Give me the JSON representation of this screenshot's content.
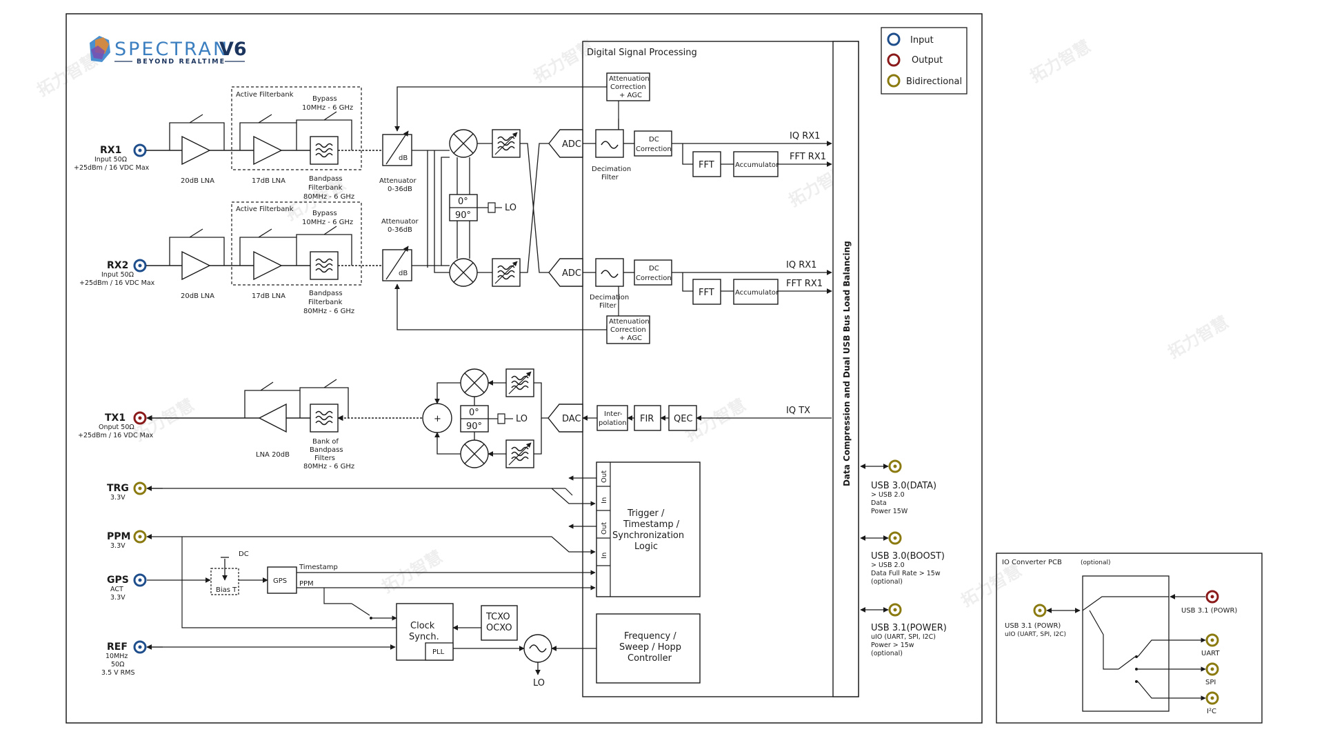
{
  "brand": {
    "name": "SPECTRAN",
    "version": "V6",
    "tagline": "BEYOND REALTIME"
  },
  "legend": {
    "input": "Input",
    "output": "Output",
    "bidirectional": "Bidirectional"
  },
  "colors": {
    "input": "#1f4e8c",
    "output": "#8b1a1a",
    "bidirectional": "#8a7a10",
    "brand": "#3c7fc0",
    "line": "#1a1a1a"
  },
  "watermark": "拓力智慧",
  "ports": {
    "rx1": {
      "name": "RX1",
      "line1": "Input 50Ω",
      "line2": "+25dBm / 16 VDC Max"
    },
    "rx2": {
      "name": "RX2",
      "line1": "Input 50Ω",
      "line2": "+25dBm / 16 VDC Max"
    },
    "tx1": {
      "name": "TX1",
      "line1": "Onput 50Ω",
      "line2": "+25dBm / 16 VDC Max"
    },
    "trg": {
      "name": "TRG",
      "line1": "3.3V"
    },
    "ppm": {
      "name": "PPM",
      "line1": "3.3V"
    },
    "gps": {
      "name": "GPS",
      "line1": "ACT",
      "line2": "3.3V"
    },
    "ref": {
      "name": "REF",
      "line1": "10MHz",
      "line2": "50Ω",
      "line3": "3.5 V RMS"
    }
  },
  "rx1_chain": {
    "lna1": "20dB LNA",
    "filterbank_title": "Active Filterbank",
    "bypass": "Bypass",
    "bypass_range": "10MHz - 6 GHz",
    "lna2": "17dB LNA",
    "bandpass1": "Bandpass",
    "bandpass2": "Filterbank",
    "bandpass3": "80MHz - 6 GHz",
    "att_symbol": "dB",
    "att_label": "Attenuator",
    "att_range": "0-36dB"
  },
  "rx2_chain": {
    "lna1": "20dB LNA",
    "filterbank_title": "Active Filterbank",
    "bypass": "Bypass",
    "bypass_range": "10MHz - 6 GHz",
    "lna2": "17dB LNA",
    "bandpass1": "Bandpass",
    "bandpass2": "Filterbank",
    "bandpass3": "80MHz - 6 GHz",
    "att_symbol": "dB",
    "att_label": "Attenuator",
    "att_range": "0-36dB"
  },
  "tx_chain": {
    "lna": "LNA 20dB",
    "bank1": "Bank of",
    "bank2": "Bandpass",
    "bank3": "Filters",
    "bank4": "80MHz - 6 GHz"
  },
  "mixers": {
    "phase0": "0°",
    "phase90": "90°",
    "lo": "LO",
    "sum": "+"
  },
  "dsp": {
    "title": "Digital Signal Processing",
    "adc": "ADC",
    "dac": "DAC",
    "agc1": "Attenuation",
    "agc2": "Correction",
    "agc3": "+ AGC",
    "decim1": "Decimation",
    "decim2": "Filter",
    "dc1": "DC",
    "dc2": "Correction",
    "fft": "FFT",
    "accumulator": "Accumulator",
    "iq_rx1_a": "IQ RX1",
    "fft_rx1_a": "FFT RX1",
    "iq_rx1_b": "IQ RX1",
    "fft_rx1_b": "FFT RX1",
    "interp1": "Inter-",
    "interp2": "polation",
    "fir": "FIR",
    "qec": "QEC",
    "iq_tx": "IQ TX",
    "trigger1": "Trigger /",
    "trigger2": "Timestamp /",
    "trigger3": "Synchronization",
    "trigger4": "Logic",
    "out": "Out",
    "in": "In",
    "freq1": "Frequency /",
    "freq2": "Sweep / Hopp",
    "freq3": "Controller"
  },
  "bus_label": "Data Compression and Dual USB Bus Load Balancing",
  "clock": {
    "dc": "DC",
    "bias_t": "Bias T",
    "gps": "GPS",
    "timestamp": "Timestamp",
    "ppm": "PPM",
    "synch1": "Clock",
    "synch2": "Synch.",
    "pll": "PLL",
    "tcxo": "TCXO",
    "ocxo": "OCXO",
    "lo": "LO"
  },
  "usb": {
    "data": {
      "name": "USB 3.0(DATA)",
      "l1": "> USB 2.0",
      "l2": "Data",
      "l3": "Power 15W"
    },
    "boost": {
      "name": "USB 3.0(BOOST)",
      "l1": "> USB 2.0",
      "l2": "Data Full Rate > 15w",
      "l3": "(optional)"
    },
    "power": {
      "name": "USB 3.1(POWER)",
      "l1": "uIO (UART, SPI, I2C)",
      "l2": "Power > 15w",
      "l3": "(optional)"
    }
  },
  "io_pcb": {
    "title": "IO Converter PCB",
    "title_note": "(optional)",
    "usb_left": "USB 3.1 (POWR)",
    "usb_left_sub": "uIO (UART, SPI, I2C)",
    "usb_right": "USB 3.1 (POWR)",
    "uart": "UART",
    "spi": "SPI",
    "i2c": "I²C"
  }
}
